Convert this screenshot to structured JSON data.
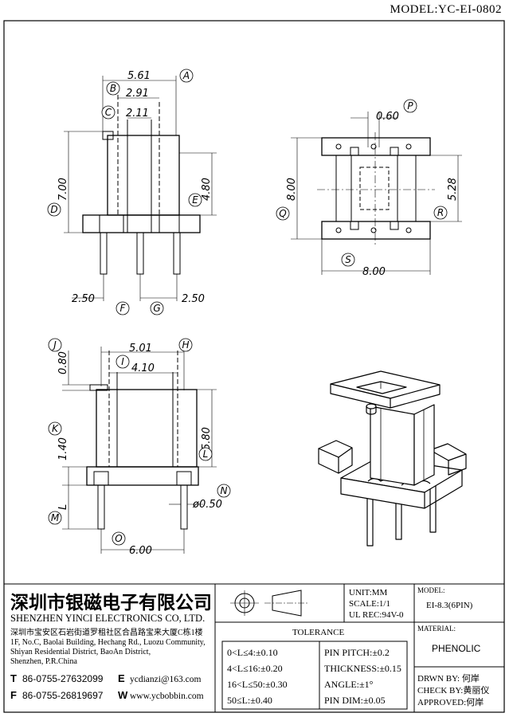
{
  "header": {
    "model_label": "MODEL:",
    "model_value": "YC-EI-0802"
  },
  "dimensions": {
    "top_left": {
      "width_561": "5.61",
      "width_291": "2.91",
      "width_211": "2.11",
      "height_700": "7.00",
      "height_480": "4.80",
      "pitch_left": "2.50",
      "pitch_right": "2.50"
    },
    "top_right": {
      "slot_060": "0.60",
      "height_800": "8.00",
      "height_528": "5.28",
      "width_800": "8.00"
    },
    "bottom_left": {
      "width_501": "5.01",
      "width_410": "4.10",
      "height_080": "0.80",
      "height_140": "1.40",
      "height_580": "5.80",
      "pin_dia": "ø0.50",
      "width_600": "6.00",
      "label_L": "L"
    }
  },
  "callouts": [
    "A",
    "B",
    "C",
    "D",
    "E",
    "F",
    "G",
    "P",
    "Q",
    "R",
    "S",
    "H",
    "I",
    "J",
    "K",
    "L",
    "M",
    "N",
    "O"
  ],
  "title_block": {
    "company_cn": "深圳市银磁电子有限公司",
    "company_en": "SHENZHEN YINCI ELECTRONICS CO, LTD.",
    "address_lines": [
      "深圳市宝安区石岩街道罗租社区合昌路宝来大厦C栋1楼",
      "1F, No.C, Baolai Building, Hechang Rd., Luozu Community,",
      "Shiyan Residential District, BaoAn District,",
      "Shenzhen, P.R.China"
    ],
    "tel_label": "T",
    "tel": "86-0755-27632099",
    "fax_label": "F",
    "fax": "86-0755-26819697",
    "email_label": "E",
    "email": "ycdianzi@163.com",
    "web_label": "W",
    "web": "www.ycbobbin.com",
    "unit": "UNIT:MM",
    "scale": "SCALE:1/1",
    "ul_rec": "UL REC:94V-0",
    "model_title": "MODEL:",
    "model_value": "EI-8.3(6PIN)",
    "tolerance_title": "TOLERANCE",
    "tolerances": [
      "0<L≤4:±0.10",
      "4<L≤16:±0.20",
      "16<L≤50:±0.30",
      "50≤L:±0.40"
    ],
    "pin_specs": [
      "PIN PITCH:±0.2",
      "THICKNESS:±0.15",
      "ANGLE:±1°",
      "PIN DIM:±0.05"
    ],
    "material_title": "MATERIAL:",
    "material": "PHENOLIC",
    "drawn_by": "DRWN BY: 何岸",
    "check_by": "CHECK BY:黄丽仪",
    "approved": "APPROVED:何岸"
  }
}
